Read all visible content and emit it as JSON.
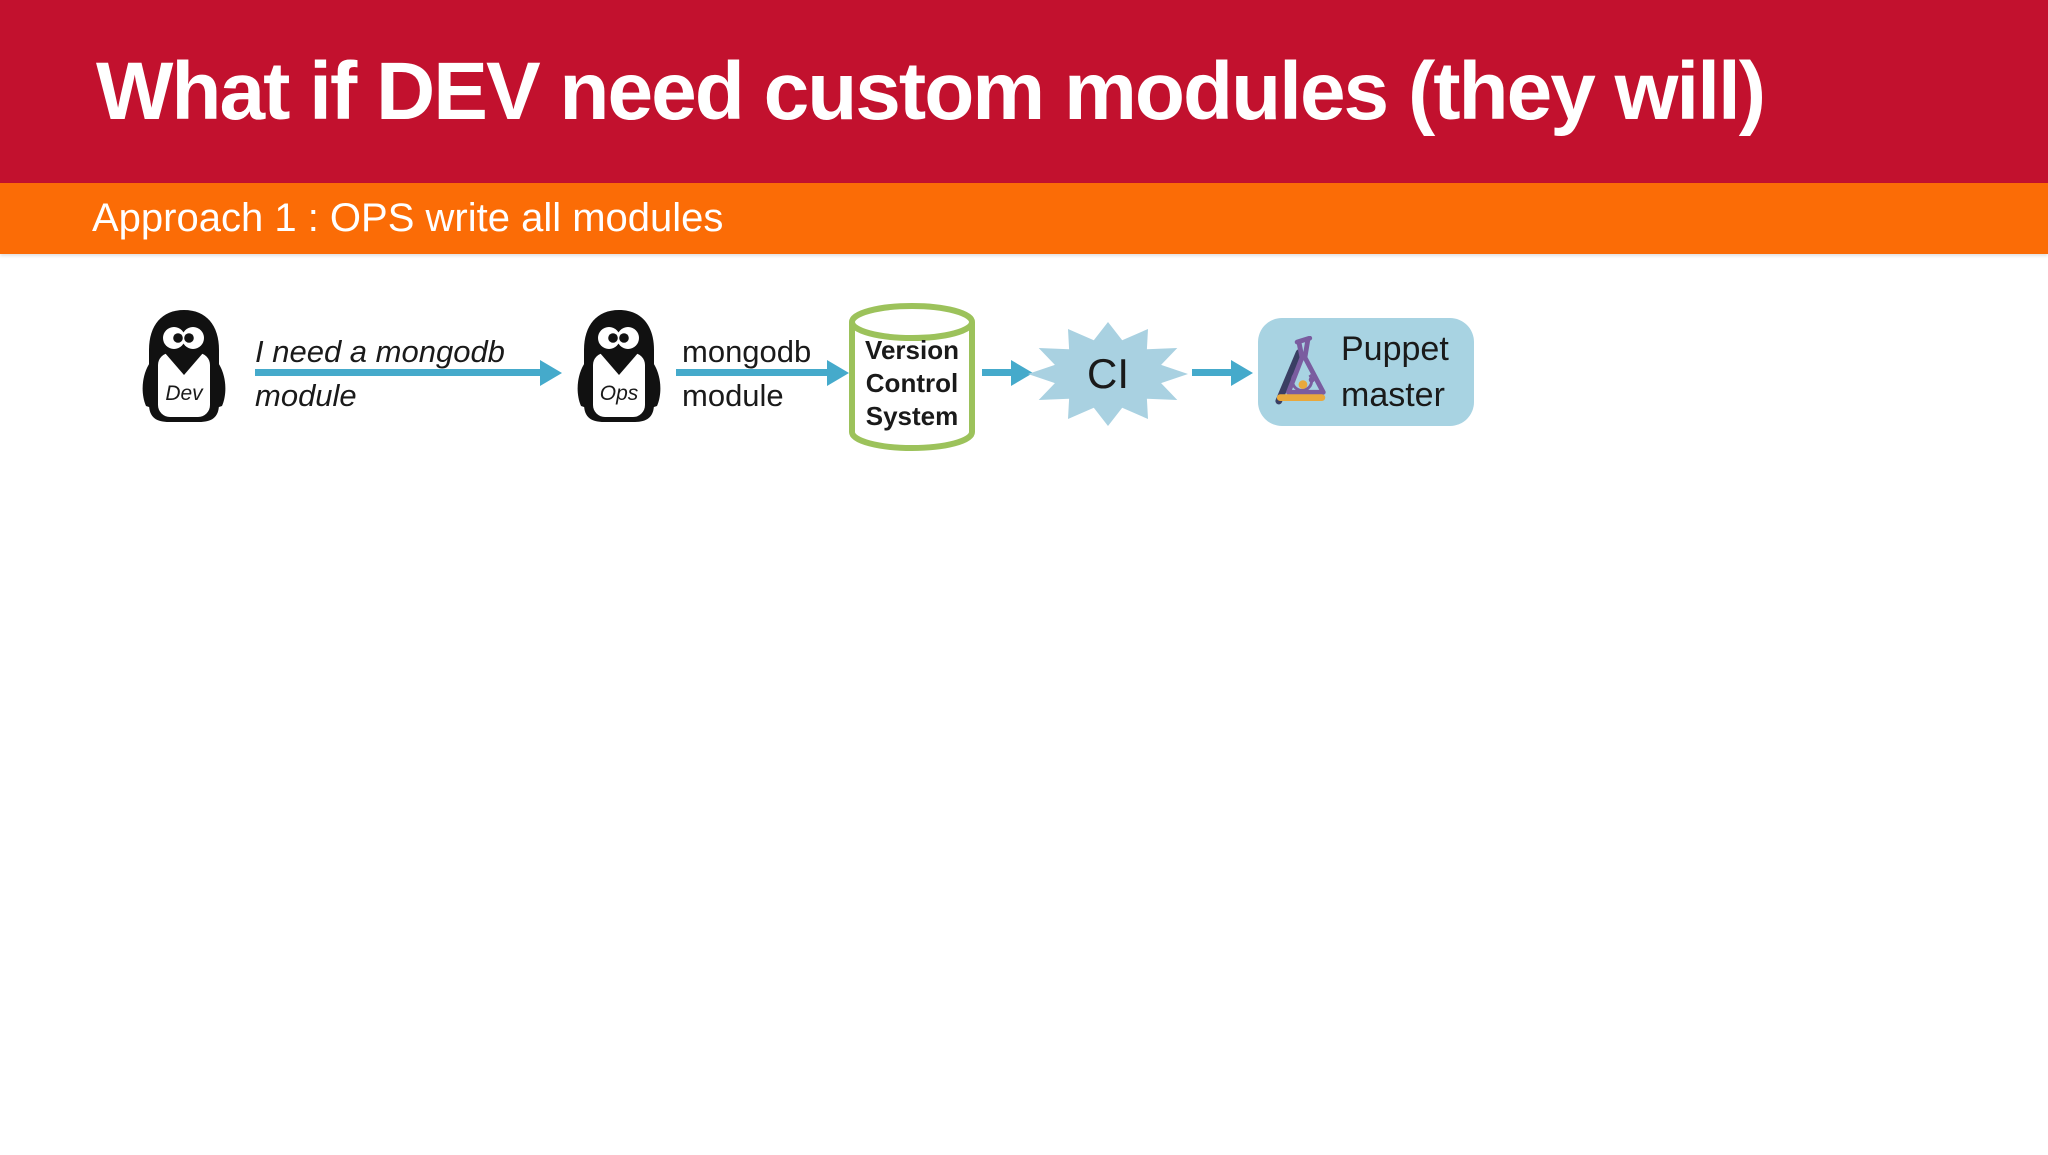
{
  "header": {
    "title": "What if DEV need custom modules (they will)"
  },
  "subheader": {
    "label": "Approach 1 : OPS write all modules"
  },
  "diagram": {
    "dev": {
      "label": "Dev"
    },
    "ops": {
      "label": "Ops"
    },
    "msg_dev_to_ops": {
      "line1": "I need a mongodb",
      "line2": "module"
    },
    "msg_ops_to_vcs": {
      "line1": "mongodb",
      "line2": "module"
    },
    "vcs": {
      "line1": "Version",
      "line2": "Control",
      "line3": "System"
    },
    "ci": {
      "label": "CI"
    },
    "puppet": {
      "line1": "Puppet",
      "line2": "master"
    }
  },
  "colors": {
    "header_red": "#C2112E",
    "band_orange": "#FB6C06",
    "arrow_teal": "#45AACB",
    "star_fill": "#A9D1E1",
    "puppet_box_fill": "#A8D3E2",
    "cylinder_green": "#9CC25B",
    "logo_purple": "#7A5C9F",
    "logo_navy": "#3A3E63",
    "logo_gold": "#E9A83C",
    "ink": "#1A1A1A"
  }
}
